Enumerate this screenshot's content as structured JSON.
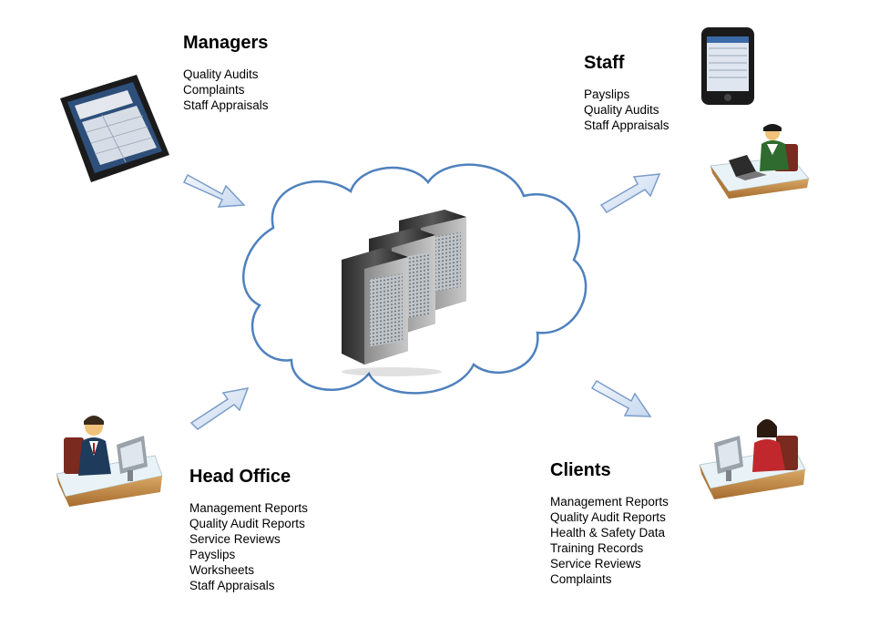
{
  "groups": {
    "managers": {
      "title": "Managers",
      "items": [
        "Quality Audits",
        "Complaints",
        "Staff Appraisals"
      ]
    },
    "staff": {
      "title": "Staff",
      "items": [
        "Payslips",
        "Quality Audits",
        "Staff Appraisals"
      ]
    },
    "head_office": {
      "title": "Head Office",
      "items": [
        "Management Reports",
        "Quality Audit Reports",
        "Service Reviews",
        "Payslips",
        "Worksheets",
        "Staff Appraisals"
      ]
    },
    "clients": {
      "title": "Clients",
      "items": [
        "Management Reports",
        "Quality Audit Reports",
        "Health & Safety Data",
        "Training Records",
        "Service Reviews",
        "Complaints"
      ]
    }
  },
  "icons": {
    "center": "server-cloud-icon",
    "managers": "tablet-icon",
    "staff_phone": "smartphone-icon",
    "staff_desk": "laptop-worker-icon",
    "head_office": "desk-operator-icon",
    "clients": "desk-woman-icon"
  },
  "colors": {
    "cloud_stroke": "#4f81bd",
    "arrow_fill": "#dbe6f5",
    "arrow_stroke": "#7a9cc9",
    "desk_top": "#e9f3f7",
    "desk_base": "#c9934f"
  }
}
